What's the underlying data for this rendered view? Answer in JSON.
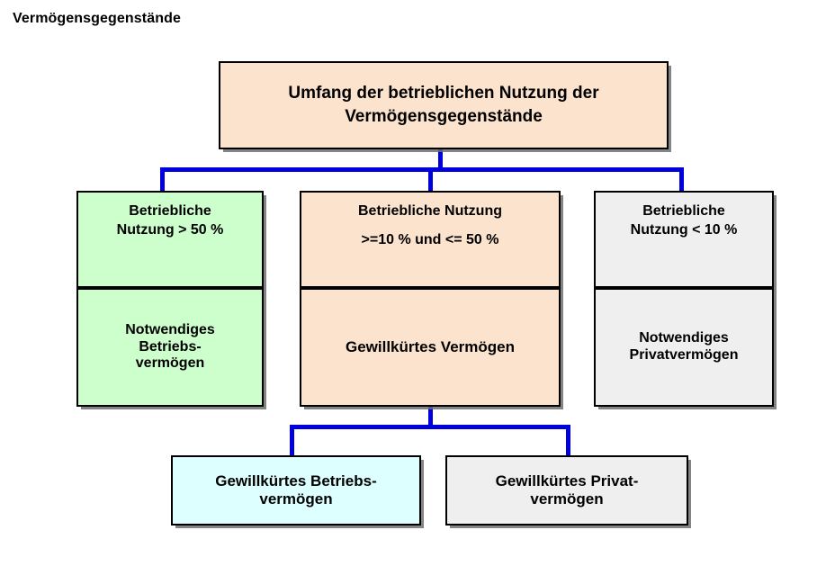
{
  "page": {
    "title": "Vermögensgegenstände",
    "background": "#ffffff"
  },
  "colors": {
    "peach": "#fce3cd",
    "green": "#ccffcc",
    "gray": "#efefef",
    "cyan": "#ddffff",
    "connector_blue": "#0000dd",
    "border_black": "#000000",
    "shadow_gray": "#6e6e6e"
  },
  "diagram": {
    "type": "tree",
    "root": {
      "id": "node-root",
      "fill": "#fce3cd",
      "lines": [
        "Umfang der betrieblichen Nutzung der",
        "Vermögensgegenstände"
      ]
    },
    "branches": [
      {
        "id": "node-left",
        "fill": "#ccffcc",
        "condition_lines": [
          "Betriebliche",
          "Nutzung > 50 %"
        ],
        "result_lines": [
          "Notwendiges",
          "Betriebs-",
          "vermögen"
        ]
      },
      {
        "id": "node-middle",
        "fill": "#fce3cd",
        "condition_lines": [
          "Betriebliche Nutzung",
          ">=10 % und <= 50 %"
        ],
        "result_lines": [
          "Gewillkürtes Vermögen"
        ]
      },
      {
        "id": "node-right",
        "fill": "#efefef",
        "condition_lines": [
          "Betriebliche",
          "Nutzung < 10 %"
        ],
        "result_lines": [
          "Notwendiges",
          "Privatvermögen"
        ]
      }
    ],
    "leaves": [
      {
        "id": "node-bl",
        "fill": "#ddffff",
        "lines": [
          "Gewillkürtes Betriebs-",
          "vermögen"
        ]
      },
      {
        "id": "node-br",
        "fill": "#efefef",
        "lines": [
          "Gewillkürtes Privat-",
          "vermögen"
        ]
      }
    ]
  }
}
